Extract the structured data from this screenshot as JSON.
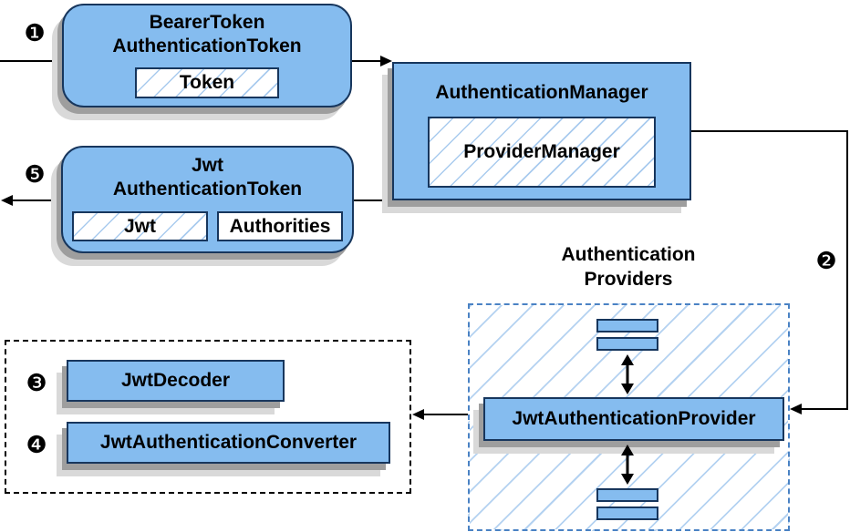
{
  "steps": {
    "one": "❶",
    "two": "❷",
    "three": "❸",
    "four": "❹",
    "five": "❺"
  },
  "nodes": {
    "bearer_token": {
      "title_line1": "BearerToken",
      "title_line2": "AuthenticationToken",
      "field_token": "Token"
    },
    "authentication_manager": {
      "title": "AuthenticationManager",
      "inner": "ProviderManager"
    },
    "jwt_token": {
      "title_line1": "Jwt",
      "title_line2": "AuthenticationToken",
      "field_jwt": "Jwt",
      "field_authorities": "Authorities"
    },
    "providers": {
      "label_line1": "Authentication",
      "label_line2": "Providers",
      "provider": "JwtAuthenticationProvider"
    },
    "converters": {
      "decoder": "JwtDecoder",
      "converter": "JwtAuthenticationConverter"
    }
  },
  "colors": {
    "node_fill": "#85BCEF",
    "node_border": "#17365D",
    "hatch_line": "#A9CBEE",
    "dashed_region_border": "#4A82C4",
    "shadow_dark": "#9E9E9E",
    "shadow_light": "#D9D9D9",
    "connector": "#000000"
  }
}
